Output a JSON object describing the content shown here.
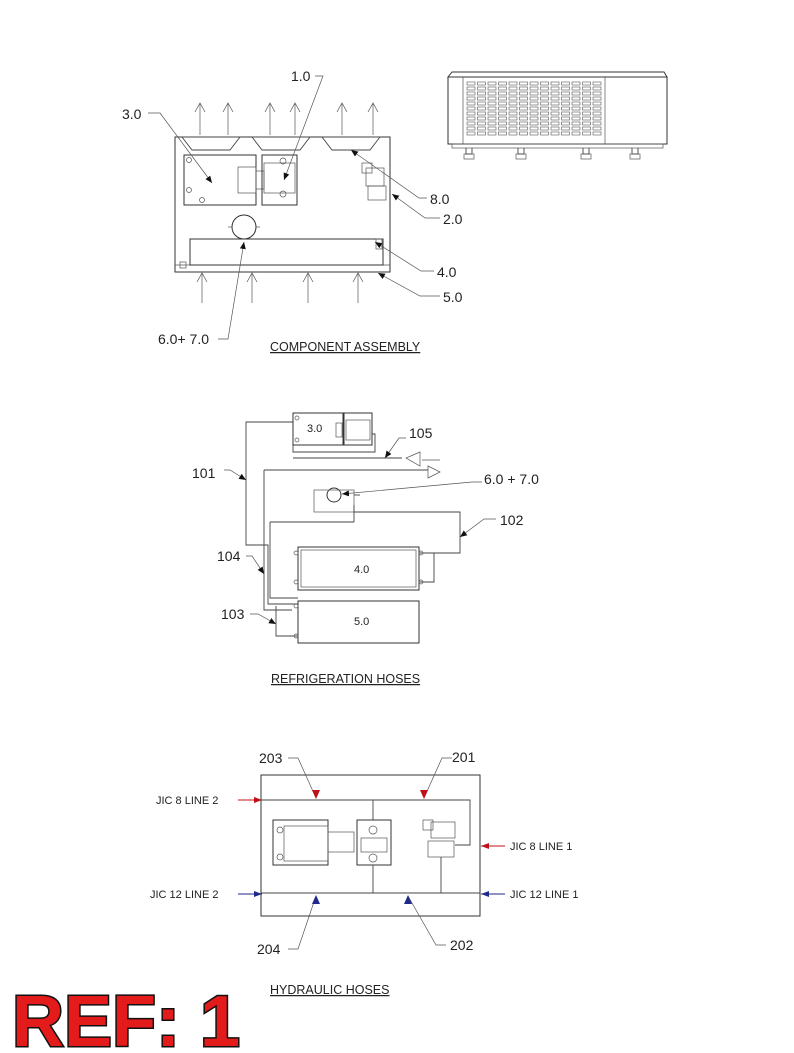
{
  "sections": {
    "component": {
      "title": "COMPONENT ASSEMBLY",
      "callouts": {
        "c1": "1.0",
        "c3": "3.0",
        "c8": "8.0",
        "c2": "2.0",
        "c4": "4.0",
        "c5": "5.0",
        "c67": "6.0+ 7.0"
      }
    },
    "refrigeration": {
      "title": "REFRIGERATION HOSES",
      "box_3": "3.0",
      "box_4": "4.0",
      "box_5": "5.0",
      "callouts": {
        "h105": "105",
        "h101": "101",
        "h67": "6.0 + 7.0",
        "h102": "102",
        "h104": "104",
        "h103": "103"
      }
    },
    "hydraulic": {
      "title": "HYDRAULIC HOSES",
      "callouts": {
        "h203": "203",
        "h201": "201",
        "h204": "204",
        "h202": "202"
      },
      "lines": {
        "jic8_l2": "JIC 8  LINE  2",
        "jic8_l1": "JIC 8  LINE  1",
        "jic12_l2": "JIC 12  LINE  2",
        "jic12_l1": "JIC 12  LINE  1"
      },
      "colors": {
        "line_red": "#c0101a",
        "line_blue": "#1f2a8a"
      }
    }
  },
  "reference": "REF: 1",
  "colors": {
    "ref_fill": "#e31b1b",
    "ref_outline": "#111111"
  }
}
